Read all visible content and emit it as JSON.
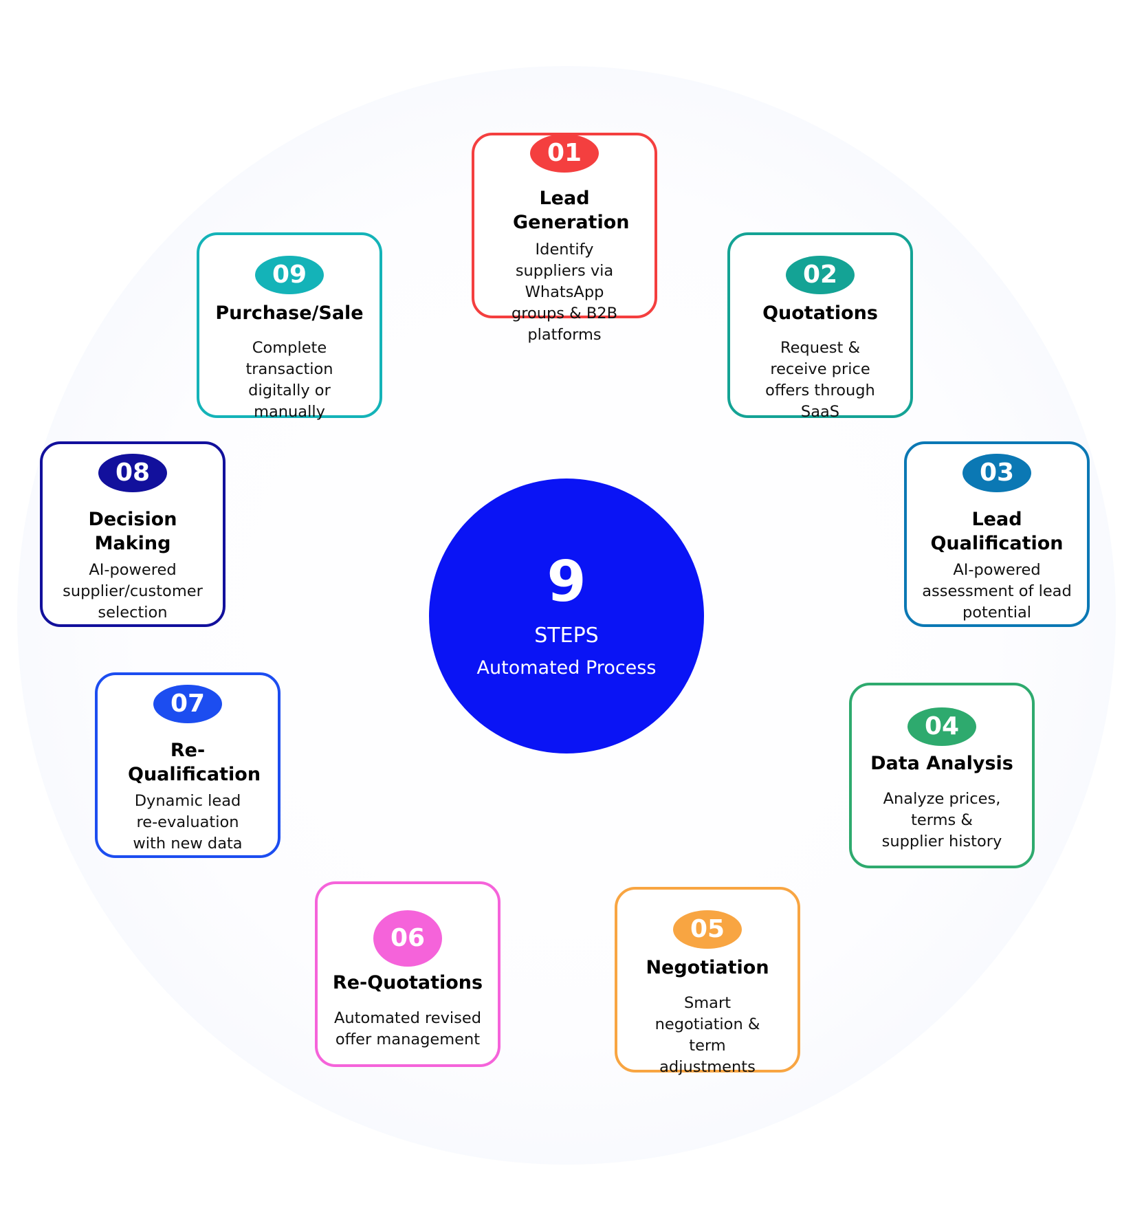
{
  "center": {
    "number": "9",
    "label": "STEPS",
    "subtitle": "Automated Process",
    "color": "#0a14f5"
  },
  "steps": [
    {
      "number": "01",
      "title": "Lead Generation",
      "description": "Identify suppliers via WhatsApp groups & B2B platforms",
      "color": "#f43f3f"
    },
    {
      "number": "02",
      "title": "Quotations",
      "description": "Request & receive price offers through SaaS",
      "color": "#14a395"
    },
    {
      "number": "03",
      "title": "Lead Qualification",
      "description": "AI-powered assessment of lead potential",
      "color": "#0b78b4"
    },
    {
      "number": "04",
      "title": "Data Analysis",
      "description": "Analyze prices, terms & supplier history",
      "color": "#2eaa6e"
    },
    {
      "number": "05",
      "title": "Negotiation",
      "description": "Smart negotiation & term adjustments",
      "color": "#f8a542"
    },
    {
      "number": "06",
      "title": "Re-Quotations",
      "description": "Automated revised offer management",
      "color": "#f563da"
    },
    {
      "number": "07",
      "title": "Re-Qualification",
      "description": "Dynamic lead re-evaluation with new data",
      "color": "#1c4df0"
    },
    {
      "number": "08",
      "title": "Decision Making",
      "description": "AI-powered supplier/customer selection",
      "color": "#12109c"
    },
    {
      "number": "09",
      "title": "Purchase/Sale",
      "description": "Complete transaction digitally or manually",
      "color": "#14b3b8"
    }
  ]
}
